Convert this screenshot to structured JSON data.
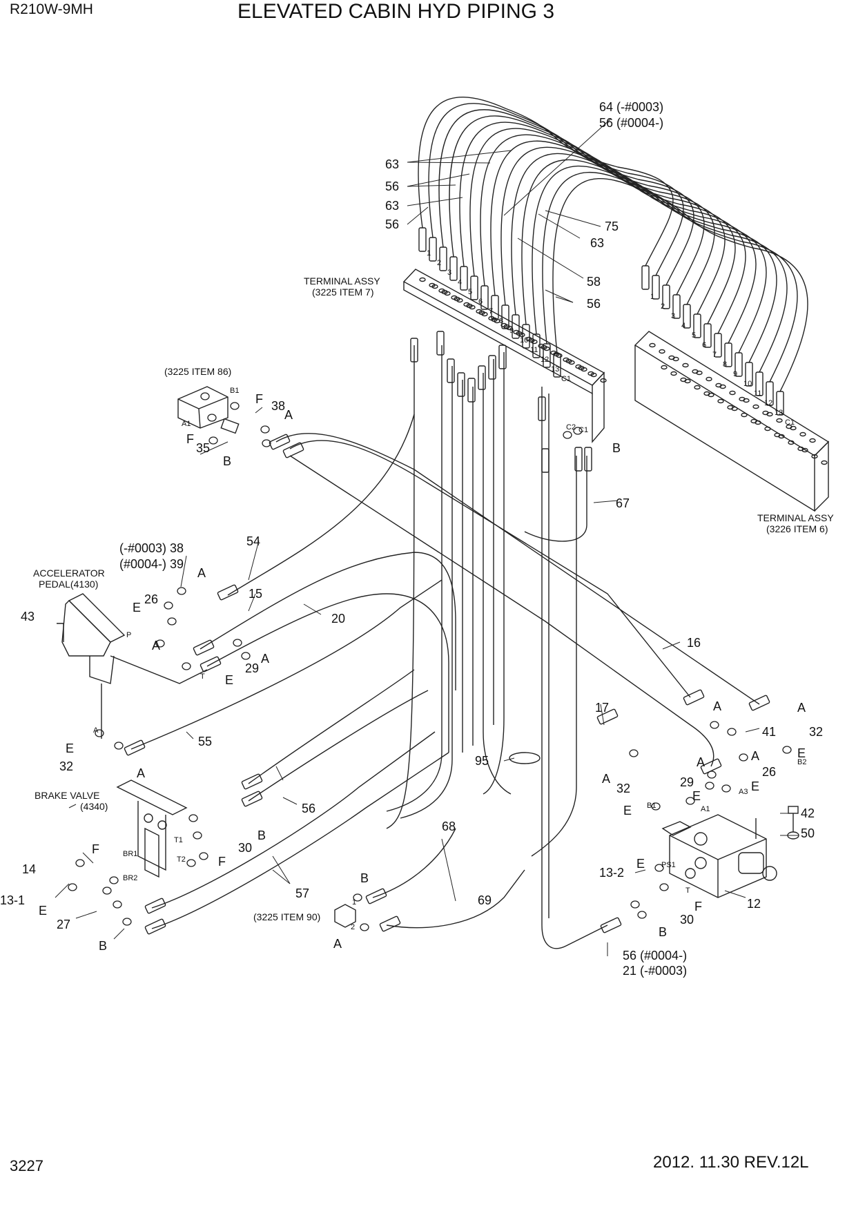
{
  "header": {
    "model": "R210W-9MH",
    "title": "ELEVATED CABIN HYD PIPING 3"
  },
  "footer": {
    "page": "3227",
    "revision": "2012. 11.30  REV.12L"
  },
  "assemblies": {
    "terminal_left": [
      "TERMINAL ASSY",
      "(3225 ITEM 7)"
    ],
    "terminal_right": [
      "TERMINAL ASSY",
      "(3226 ITEM 6)"
    ],
    "item86": "(3225 ITEM 86)",
    "item90": "(3225 ITEM 90)",
    "accelerator": [
      "ACCELERATOR",
      "PEDAL(4130)"
    ],
    "brake": [
      "BRAKE VALVE",
      "(4340)"
    ]
  },
  "callouts": {
    "c64": "64 (-#0003)",
    "c56a": "56 (#0004-)",
    "c63a": "63",
    "c56b": "56",
    "c63b": "63",
    "c56c": "56",
    "c75": "75",
    "c63c": "63",
    "c58": "58",
    "c56d": "56",
    "c67": "67",
    "c54": "54",
    "c38a": "(-#0003) 38",
    "c39": "(#0004-) 39",
    "c15": "15",
    "c20": "20",
    "c16": "16",
    "c17": "17",
    "c55": "55",
    "c95": "95",
    "c68": "68",
    "c69": "69",
    "c56e": "56",
    "c57": "57",
    "c56f": "56 (#0004-)",
    "c21": "21 (-#0003)",
    "c43": "43",
    "c26a": "26",
    "c29a": "29",
    "c32a": "32",
    "c14": "14",
    "c13_1": "13-1",
    "c27": "27",
    "c30a": "30",
    "c38b": "38",
    "c35": "35",
    "c41": "41",
    "c32b": "32",
    "c26b": "26",
    "c32c": "32",
    "c29b": "29",
    "c42": "42",
    "c50": "50",
    "c13_2": "13-2",
    "c12": "12",
    "c30b": "30"
  },
  "port_letters": {
    "A": "A",
    "B": "B",
    "E": "E",
    "F": "F",
    "P": "P",
    "T": "T"
  },
  "ports": {
    "B1": "B1",
    "A1": "A1",
    "C1": "C1",
    "C2": "C2",
    "B2": "B2",
    "A3": "A3",
    "PS1": "PS1",
    "BR1": "BR1",
    "BR2": "BR2",
    "T1": "T1",
    "T2": "T2",
    "n1": "1",
    "n2": "2"
  },
  "terminal_numbers": [
    "1",
    "2",
    "3",
    "4",
    "5",
    "6",
    "7",
    "8",
    "9",
    "10",
    "11",
    "12",
    "13",
    "C1"
  ]
}
